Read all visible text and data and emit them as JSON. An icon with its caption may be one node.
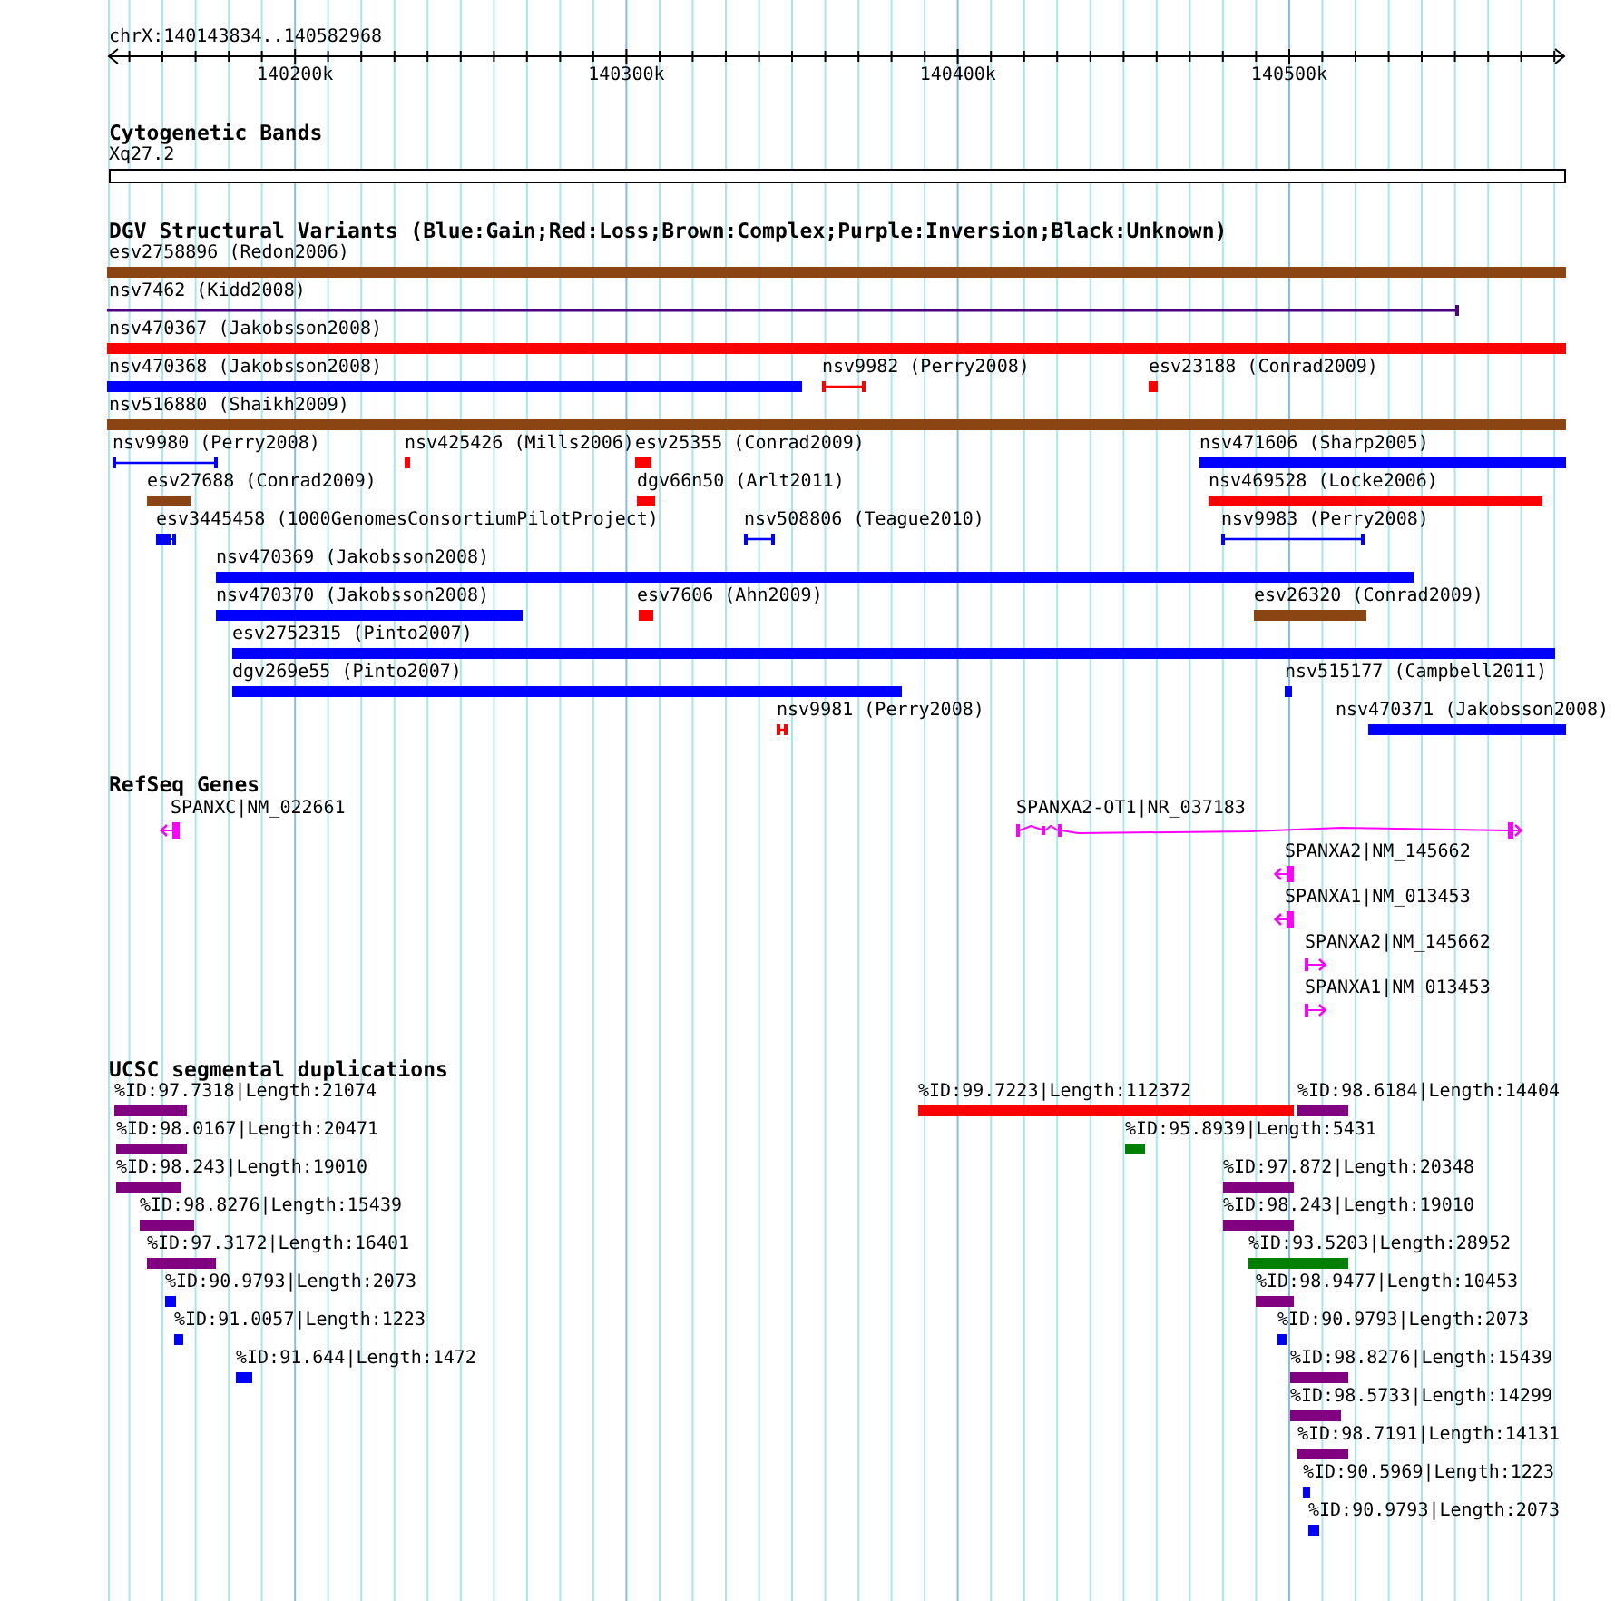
{
  "diagram": {
    "nodes": [
      {
        "text": [
          "Xq27.2"
        ]
      },
      {
        "text": [
          "esv2758896 (Redon2006)"
        ]
      },
      {
        "text": [
          "nsv7462 (Kidd2008)"
        ]
      },
      {
        "text": [
          "nsv470367 (Jakobsson2008)"
        ]
      },
      {
        "text": [
          "nsv470368 (Jakobsson2008)"
        ]
      },
      {
        "text": [
          "nsv9982 (Perry2008)"
        ]
      },
      {
        "text": [
          "esv23188 (Conrad2009)"
        ]
      },
      {
        "text": [
          "nsv516880 (Shaikh2009)"
        ]
      },
      {
        "text": [
          "nsv9980 (Perry2008)"
        ]
      },
      {
        "text": [
          "nsv425426 (Mills2006)"
        ]
      },
      {
        "text": [
          "esv25355 (Conrad2009)"
        ]
      },
      {
        "text": [
          "nsv471606 (Sharp2005)"
        ]
      },
      {
        "text": [
          "esv27688 (Conrad2009)"
        ]
      },
      {
        "text": [
          "dgv66n50 (Arlt2011)"
        ]
      },
      {
        "text": [
          "nsv469528 (Locke2006)"
        ]
      },
      {
        "text": [
          "esv3445458 (1000GenomesConsortiumPilotProject)"
        ]
      },
      {
        "text": [
          "nsv508806 (Teague2010)"
        ]
      },
      {
        "text": [
          "nsv9983 (Perry2008)"
        ]
      },
      {
        "text": [
          "nsv470369 (Jakobsson2008)"
        ]
      },
      {
        "text": [
          "nsv470370 (Jakobsson2008)"
        ]
      },
      {
        "text": [
          "esv7606 (Ahn2009)"
        ]
      },
      {
        "text": [
          "esv26320 (Conrad2009)"
        ]
      },
      {
        "text": [
          "esv2752315 (Pinto2007)"
        ]
      },
      {
        "text": [
          "dgv269e55 (Pinto2007)"
        ]
      },
      {
        "text": [
          "nsv515177 (Campbell2011)"
        ]
      },
      {
        "text": [
          "nsv9981 (Perry2008)"
        ]
      },
      {
        "text": [
          "nsv470371 (Jakobsson2008)"
        ]
      },
      {
        "text": [
          "SPANXC|NM_022661"
        ]
      },
      {
        "text": [
          "SPANXA2-OT1|NR_037183"
        ]
      },
      {
        "text": [
          "SPANXA2|NM_145662"
        ]
      },
      {
        "text": [
          "SPANXA1|NM_013453"
        ]
      },
      {
        "text": [
          "SPANXA2|NM_145662"
        ]
      },
      {
        "text": [
          "SPANXA1|NM_013453"
        ]
      },
      {
        "text": [
          "%ID:97.7318|Length:21074"
        ]
      },
      {
        "text": [
          "%ID:99.7223|Length:112372"
        ]
      },
      {
        "text": [
          "%ID:98.6184|Length:14404"
        ]
      },
      {
        "text": [
          "%ID:98.0167|Length:20471"
        ]
      },
      {
        "text": [
          "%ID:95.8939|Length:5431"
        ]
      },
      {
        "text": [
          "%ID:98.243|Length:19010"
        ]
      },
      {
        "text": [
          "%ID:97.872|Length:20348"
        ]
      },
      {
        "text": [
          "%ID:98.8276|Length:15439"
        ]
      },
      {
        "text": [
          "%ID:98.243|Length:19010"
        ]
      },
      {
        "text": [
          "%ID:97.3172|Length:16401"
        ]
      },
      {
        "text": [
          "%ID:93.5203|Length:28952"
        ]
      },
      {
        "text": [
          "%ID:90.9793|Length:2073"
        ]
      },
      {
        "text": [
          "%ID:98.9477|Length:10453"
        ]
      },
      {
        "text": [
          "%ID:91.0057|Length:1223"
        ]
      },
      {
        "text": [
          "%ID:90.9793|Length:2073"
        ]
      },
      {
        "text": [
          "%ID:91.644|Length:1472"
        ]
      },
      {
        "text": [
          "%ID:98.8276|Length:15439"
        ]
      },
      {
        "text": [
          "%ID:98.5733|Length:14299"
        ]
      },
      {
        "text": [
          "%ID:98.7191|Length:14131"
        ]
      },
      {
        "text": [
          "%ID:90.5969|Length:1223"
        ]
      },
      {
        "text": [
          "%ID:90.9793|Length:2073"
        ]
      }
    ],
    "labels": [
      "chrX:140143834..140582968",
      "140200k",
      "140300k",
      "140400k",
      "140500k",
      "Cytogenetic Bands",
      "DGV Structural Variants (Blue:Gain;Red:Loss;Brown:Complex;Purple:Inversion;Black:Unknown)",
      "RefSeq Genes",
      "UCSC segmental duplications"
    ]
  }
}
